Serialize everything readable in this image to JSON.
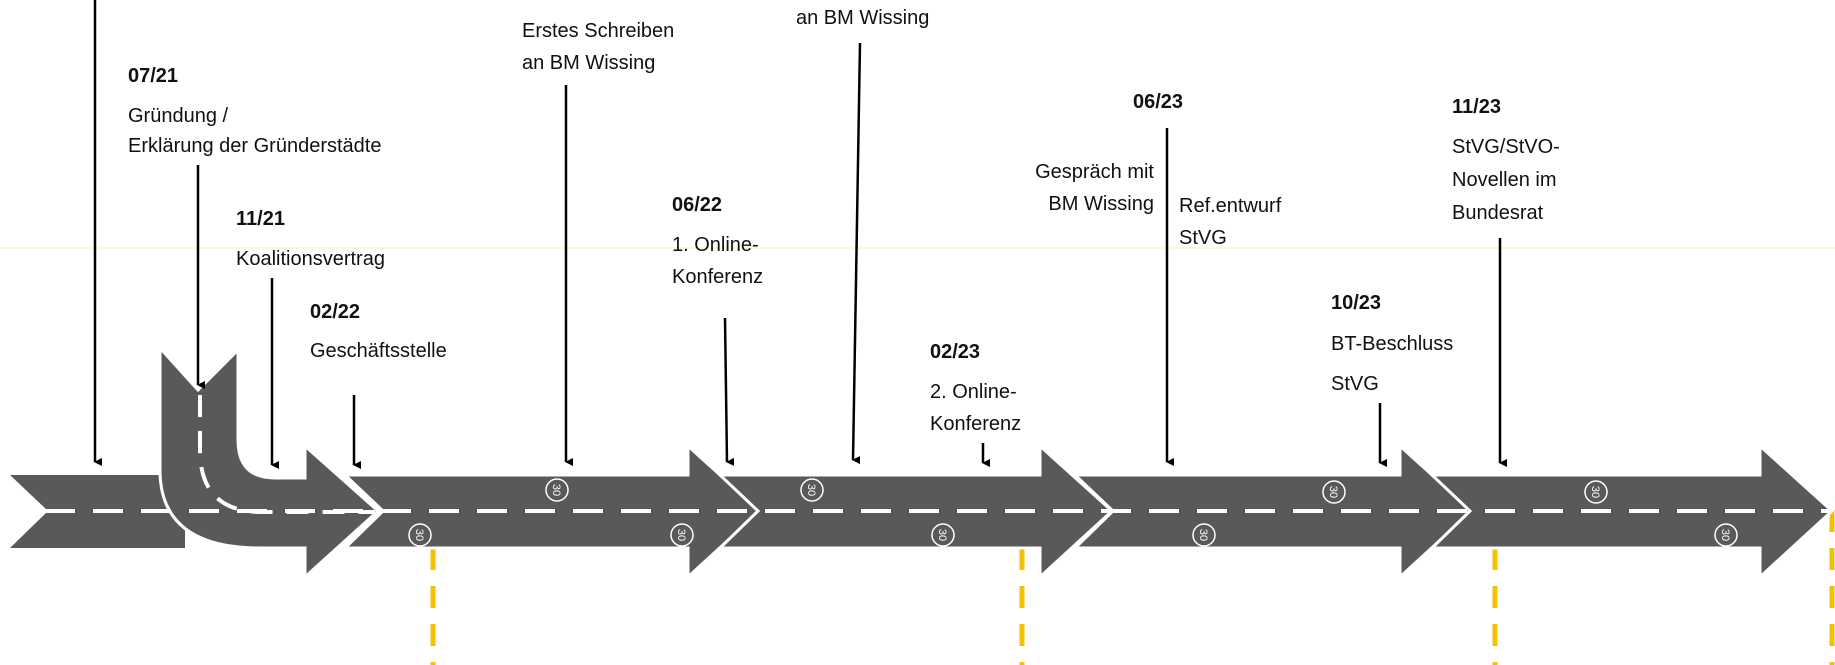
{
  "colors": {
    "road": "#595959",
    "lane_marking": "#ffffff",
    "road_edge": "#ffffff",
    "milestone": "#f2c200",
    "arrow": "#000000",
    "guide_line": "#fffbe0"
  },
  "speed_sign_text": "30",
  "events": [
    {
      "id": "e0721",
      "date": "07/21",
      "lines": [
        "Gründung /",
        "Erklärung der Gründerstädte"
      ]
    },
    {
      "id": "e1121",
      "date": "11/21",
      "lines": [
        "Koalitionsvertrag"
      ]
    },
    {
      "id": "e0222",
      "date": "02/22",
      "lines": [
        "Geschäftsstelle"
      ]
    },
    {
      "id": "eschreiben",
      "date": "",
      "lines": [
        "Erstes Schreiben",
        "an BM Wissing"
      ]
    },
    {
      "id": "e0622",
      "date": "06/22",
      "lines": [
        "1. Online-",
        "Konferenz"
      ]
    },
    {
      "id": "ewissing2",
      "date": "",
      "lines": [
        "an BM Wissing"
      ]
    },
    {
      "id": "e0223",
      "date": "02/23",
      "lines": [
        "2. Online-",
        "Konferenz"
      ]
    },
    {
      "id": "e0623",
      "date": "06/23",
      "lines": [
        "Gespräch mit",
        "BM Wissing"
      ]
    },
    {
      "id": "erefentwurf",
      "date": "",
      "lines": [
        "Ref.entwurf",
        "StVG"
      ]
    },
    {
      "id": "e1023",
      "date": "10/23",
      "lines": [
        "BT-Beschluss",
        "StVG"
      ]
    },
    {
      "id": "e1123",
      "date": "11/23",
      "lines": [
        "StVG/StVO-",
        "Novellen im",
        "Bundesrat"
      ]
    }
  ]
}
